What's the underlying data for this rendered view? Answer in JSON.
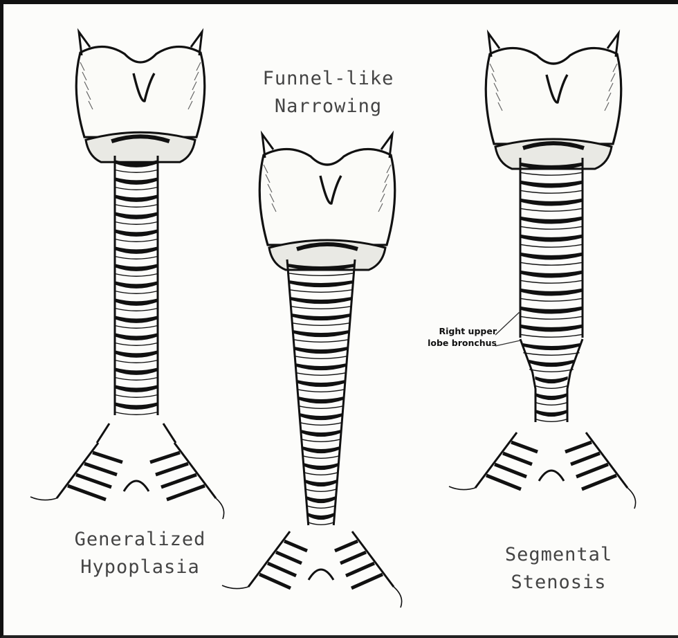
{
  "labels": {
    "generalized": [
      "Generalized",
      "Hypoplasia"
    ],
    "funnel": [
      "Funnel-like",
      "Narrowing"
    ],
    "segmental": [
      "Segmental",
      "Stenosis"
    ],
    "bronchus": [
      "Right upper",
      "lobe bronchus"
    ]
  },
  "colors": {
    "ink": "#111111",
    "label": "#444444",
    "background": "#fcfcfa"
  }
}
